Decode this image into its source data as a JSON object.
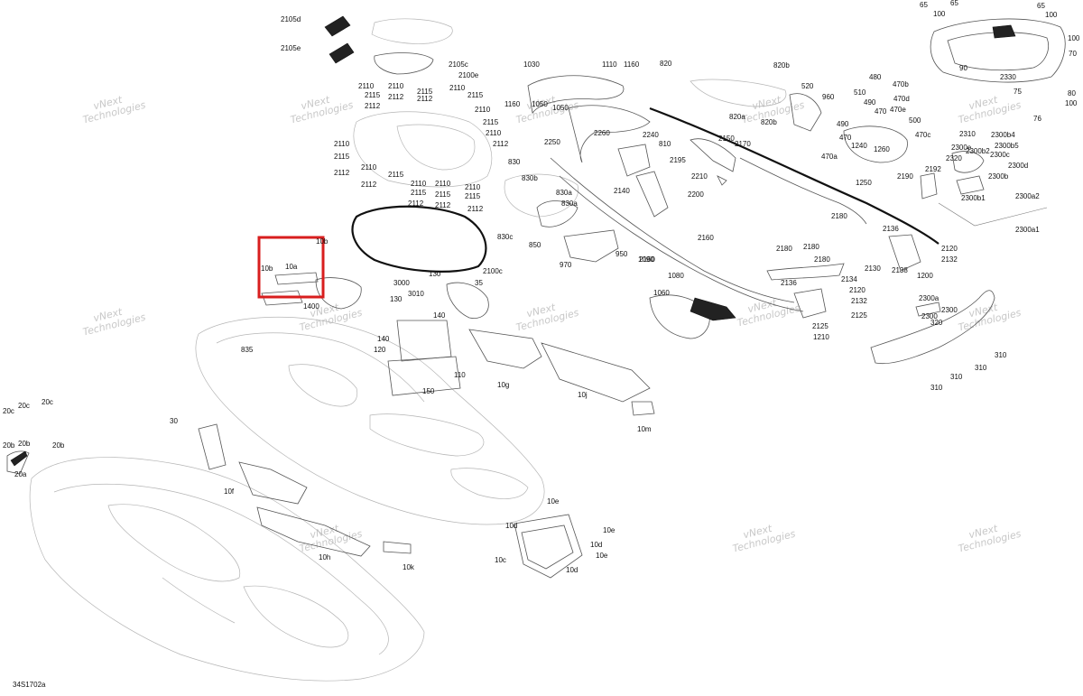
{
  "diagram": {
    "code": "34S1702a",
    "highlight_color": "#d81e1e",
    "watermark_text": [
      "vNext",
      "Technologies"
    ],
    "labels": [
      "2105d",
      "2105e",
      "2105c",
      "2100e",
      "2110",
      "2115",
      "2112",
      "2100c",
      "10a",
      "10b",
      "1400",
      "835",
      "3000",
      "3010",
      "130",
      "140",
      "120",
      "150",
      "110",
      "35",
      "10g",
      "10j",
      "10m",
      "30",
      "10f",
      "10h",
      "10k",
      "10c",
      "10d",
      "10e",
      "20a",
      "20b",
      "20c",
      "1030",
      "1110",
      "1160",
      "1050",
      "2250",
      "2260",
      "2240",
      "810",
      "2195",
      "2170",
      "2210",
      "2140",
      "2200",
      "2150",
      "2160",
      "830",
      "830b",
      "830a",
      "830c",
      "850",
      "970",
      "950",
      "1090",
      "820",
      "820a",
      "820b",
      "960",
      "520",
      "510",
      "480",
      "490",
      "470",
      "470a",
      "470b",
      "470c",
      "470d",
      "470e",
      "500",
      "1260",
      "1240",
      "1250",
      "2192",
      "2190",
      "2180",
      "2130",
      "2134",
      "2136",
      "2138",
      "2120",
      "2132",
      "2125",
      "1210",
      "1200",
      "1080",
      "1060",
      "310",
      "320",
      "2300",
      "2300a",
      "2300a1",
      "2300a2",
      "2300b",
      "2300b1",
      "2300b2",
      "2300b4",
      "2300b5",
      "2300c",
      "2300d",
      "2300e",
      "2310",
      "2320",
      "2330",
      "75",
      "76",
      "70",
      "80",
      "90",
      "65",
      "100"
    ]
  }
}
